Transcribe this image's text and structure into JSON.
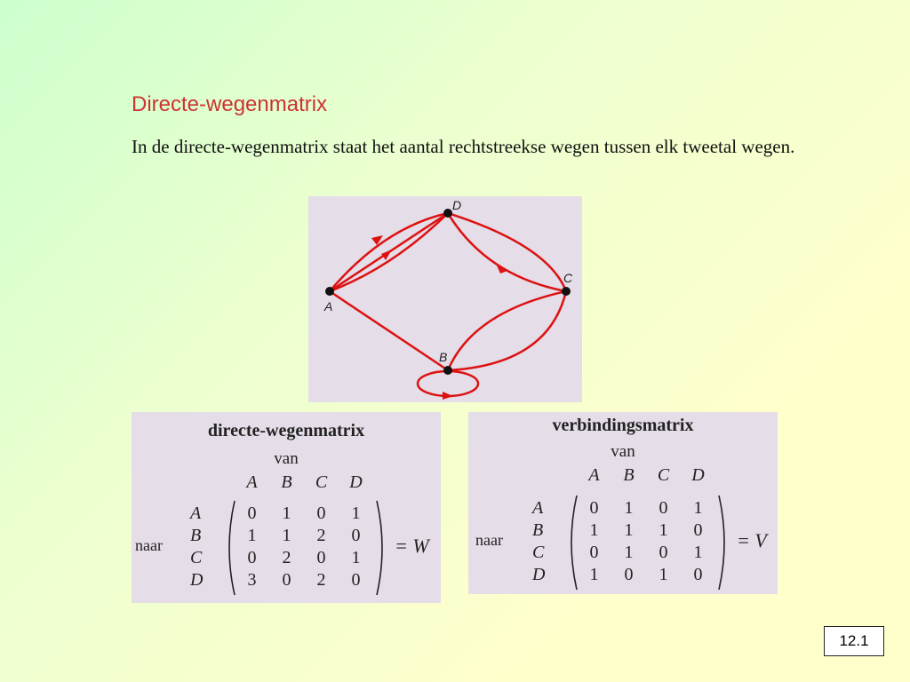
{
  "slide": {
    "title": "Directe-wegenmatrix",
    "body": "In de directe-wegenmatrix staat het aantal rechtstreekse wegen tussen elk tweetal wegen.",
    "page_number": "12.1"
  },
  "graph": {
    "nodes": [
      "A",
      "B",
      "C",
      "D"
    ],
    "edge_color": "#dd1111"
  },
  "matrices": [
    {
      "title": "directe-wegenmatrix",
      "van": "van",
      "naar": "naar",
      "cols": [
        "A",
        "B",
        "C",
        "D"
      ],
      "rows": [
        "A",
        "B",
        "C",
        "D"
      ],
      "values": [
        [
          "0",
          "1",
          "0",
          "1"
        ],
        [
          "1",
          "1",
          "2",
          "0"
        ],
        [
          "0",
          "2",
          "0",
          "1"
        ],
        [
          "3",
          "0",
          "2",
          "0"
        ]
      ],
      "equals": "= W"
    },
    {
      "title": "verbindingsmatrix",
      "van": "van",
      "naar": "naar",
      "cols": [
        "A",
        "B",
        "C",
        "D"
      ],
      "rows": [
        "A",
        "B",
        "C",
        "D"
      ],
      "values": [
        [
          "0",
          "1",
          "0",
          "1"
        ],
        [
          "1",
          "1",
          "1",
          "0"
        ],
        [
          "0",
          "1",
          "0",
          "1"
        ],
        [
          "1",
          "0",
          "1",
          "0"
        ]
      ],
      "equals": "= V"
    }
  ]
}
